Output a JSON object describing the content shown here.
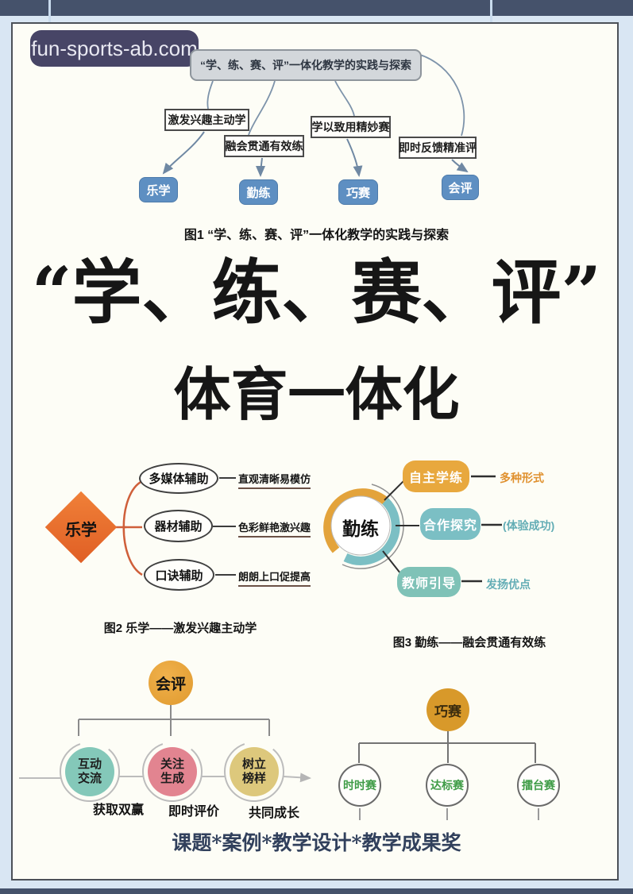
{
  "page": {
    "watermark": "fun-sports-ab.com",
    "footer": "课题*案例*教学设计*教学成果奖"
  },
  "big_title": {
    "line1": "“学、练、赛、评”",
    "line2": "体育一体化"
  },
  "fig1": {
    "title_box": "“学、练、赛、评”一体化教学的实践与探索",
    "step_labels": [
      "激发兴趣主动学",
      "融会贯通有效练",
      "学以致用精妙赛",
      "即时反馈精准评"
    ],
    "nodes": [
      "乐学",
      "勤练",
      "巧赛",
      "会评"
    ],
    "caption": "图1 “学、练、赛、评”一体化教学的实践与探索"
  },
  "fig2": {
    "root": "乐学",
    "nodes": [
      "多媒体辅助",
      "器材辅助",
      "口诀辅助"
    ],
    "labels": [
      "直观清晰易模仿",
      "色彩鲜艳激兴趣",
      "朗朗上口促提高"
    ],
    "caption": "图2 乐学——激发兴趣主动学"
  },
  "fig3": {
    "root": "勤练",
    "nodes": [
      "自主学练",
      "合作探究",
      "教师引导"
    ],
    "labels": [
      "多种形式",
      "(体验成功)",
      "发扬优点"
    ],
    "caption": "图3 勤练——融会贯通有效练"
  },
  "fig4": {
    "root": "会评",
    "nodes": [
      [
        "互动",
        "交流"
      ],
      [
        "关注",
        "生成"
      ],
      [
        "树立",
        "榜样"
      ]
    ],
    "labels": [
      "获取双赢",
      "即时评价",
      "共同成长"
    ]
  },
  "fig5": {
    "root": "巧赛",
    "nodes": [
      "时时赛",
      "达标赛",
      "擂台赛"
    ]
  },
  "colors": {
    "frame_bar": "#45526b",
    "page_background": "#d9e6f3",
    "poster_background": "#fdfdf6",
    "watermark_bg": "#474566",
    "node_blue": "#5e8fc2",
    "accent_orange": "#e8722f",
    "gold": "#e3a33b",
    "dark_gold": "#d8992a",
    "teal": "#7bbfc4",
    "mint": "#84c8b9",
    "pink": "#e28490",
    "tan": "#ddc87c",
    "green_text": "#3f9c47"
  }
}
